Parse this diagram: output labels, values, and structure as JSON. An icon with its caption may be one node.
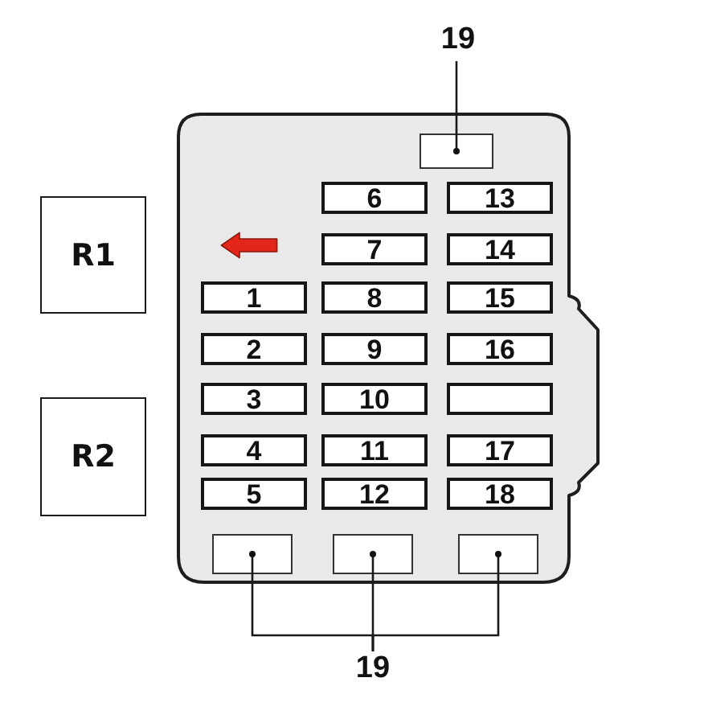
{
  "diagram": {
    "nodes": [
      {
        "text": [
          "19"
        ]
      },
      {
        "text": [],
        "shape": "box"
      },
      {
        "text": [],
        "shape": "box",
        "in": 1
      },
      {
        "text": [
          "6"
        ],
        "in": 1
      },
      {
        "text": [
          "13"
        ],
        "in": 1
      },
      {
        "text": [
          "R1"
        ]
      },
      {
        "text": [
          "7"
        ],
        "in": 1
      },
      {
        "text": [
          "14"
        ],
        "in": 1
      },
      {
        "text": [
          "1"
        ],
        "in": 1
      },
      {
        "text": [
          "8"
        ],
        "in": 1
      },
      {
        "text": [
          "15"
        ],
        "in": 1
      },
      {
        "text": [
          "2"
        ],
        "in": 1
      },
      {
        "text": [
          "9"
        ],
        "in": 1
      },
      {
        "text": [
          "16"
        ],
        "in": 1
      },
      {
        "text": [
          "3"
        ],
        "in": 1
      },
      {
        "text": [
          "10"
        ],
        "in": 1
      },
      {
        "text": [],
        "shape": "box",
        "in": 1
      },
      {
        "text": [
          "R2"
        ]
      },
      {
        "text": [
          "4"
        ],
        "in": 1
      },
      {
        "text": [
          "11"
        ],
        "in": 1
      },
      {
        "text": [
          "17"
        ],
        "in": 1
      },
      {
        "text": [
          "5"
        ],
        "in": 1
      },
      {
        "text": [
          "12"
        ],
        "in": 1
      },
      {
        "text": [
          "18"
        ],
        "in": 1
      },
      {
        "text": [],
        "shape": "box",
        "in": 1
      },
      {
        "text": [],
        "shape": "box",
        "in": 1
      },
      {
        "text": [],
        "shape": "box",
        "in": 1
      },
      {
        "text": [
          "19"
        ]
      }
    ],
    "edges": [
      {
        "from": 0,
        "to": 2,
        "arrow": "other"
      },
      {
        "from": 27,
        "to": 24,
        "arrow": "other"
      },
      {
        "from": 27,
        "to": 25,
        "arrow": "other"
      },
      {
        "from": 27,
        "to": 26,
        "arrow": "other"
      }
    ]
  }
}
